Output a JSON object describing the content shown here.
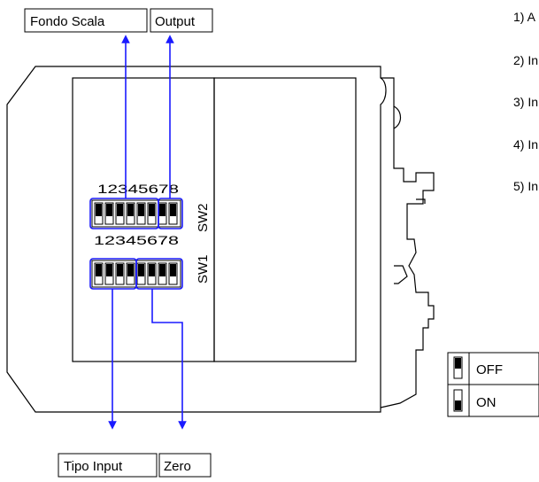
{
  "labels": {
    "fondo_scala": "Fondo Scala",
    "output": "Output",
    "tipo_input": "Tipo Input",
    "zero": "Zero"
  },
  "switches": {
    "sw2": {
      "name": "SW2",
      "numbers": "12345678"
    },
    "sw1": {
      "name": "SW1",
      "numbers": "12345678"
    }
  },
  "steps": [
    "1) A",
    "2) In",
    "3) In",
    "4) In",
    "5) In"
  ],
  "legend": {
    "off": "OFF",
    "on": "ON"
  },
  "colors": {
    "arrow": "#1a1aff",
    "line": "#000000"
  }
}
